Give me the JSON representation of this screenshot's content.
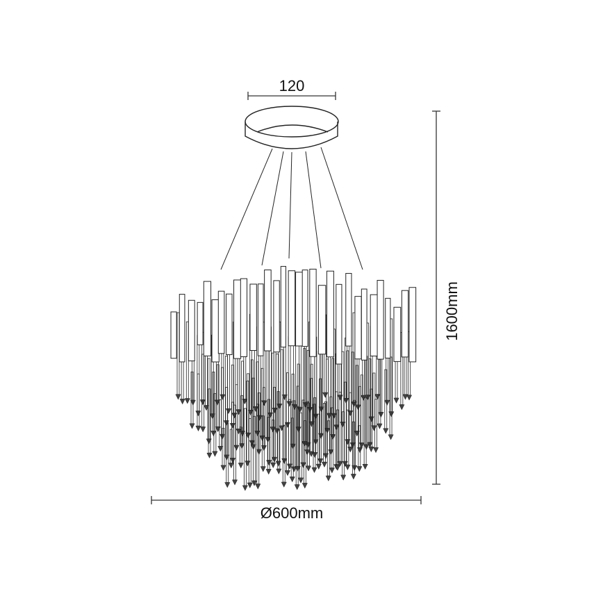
{
  "dimensions": {
    "ring_width": "120",
    "height": "1600mm",
    "diameter": "Ø600mm"
  },
  "colors": {
    "line": "#222222",
    "background": "#ffffff"
  }
}
